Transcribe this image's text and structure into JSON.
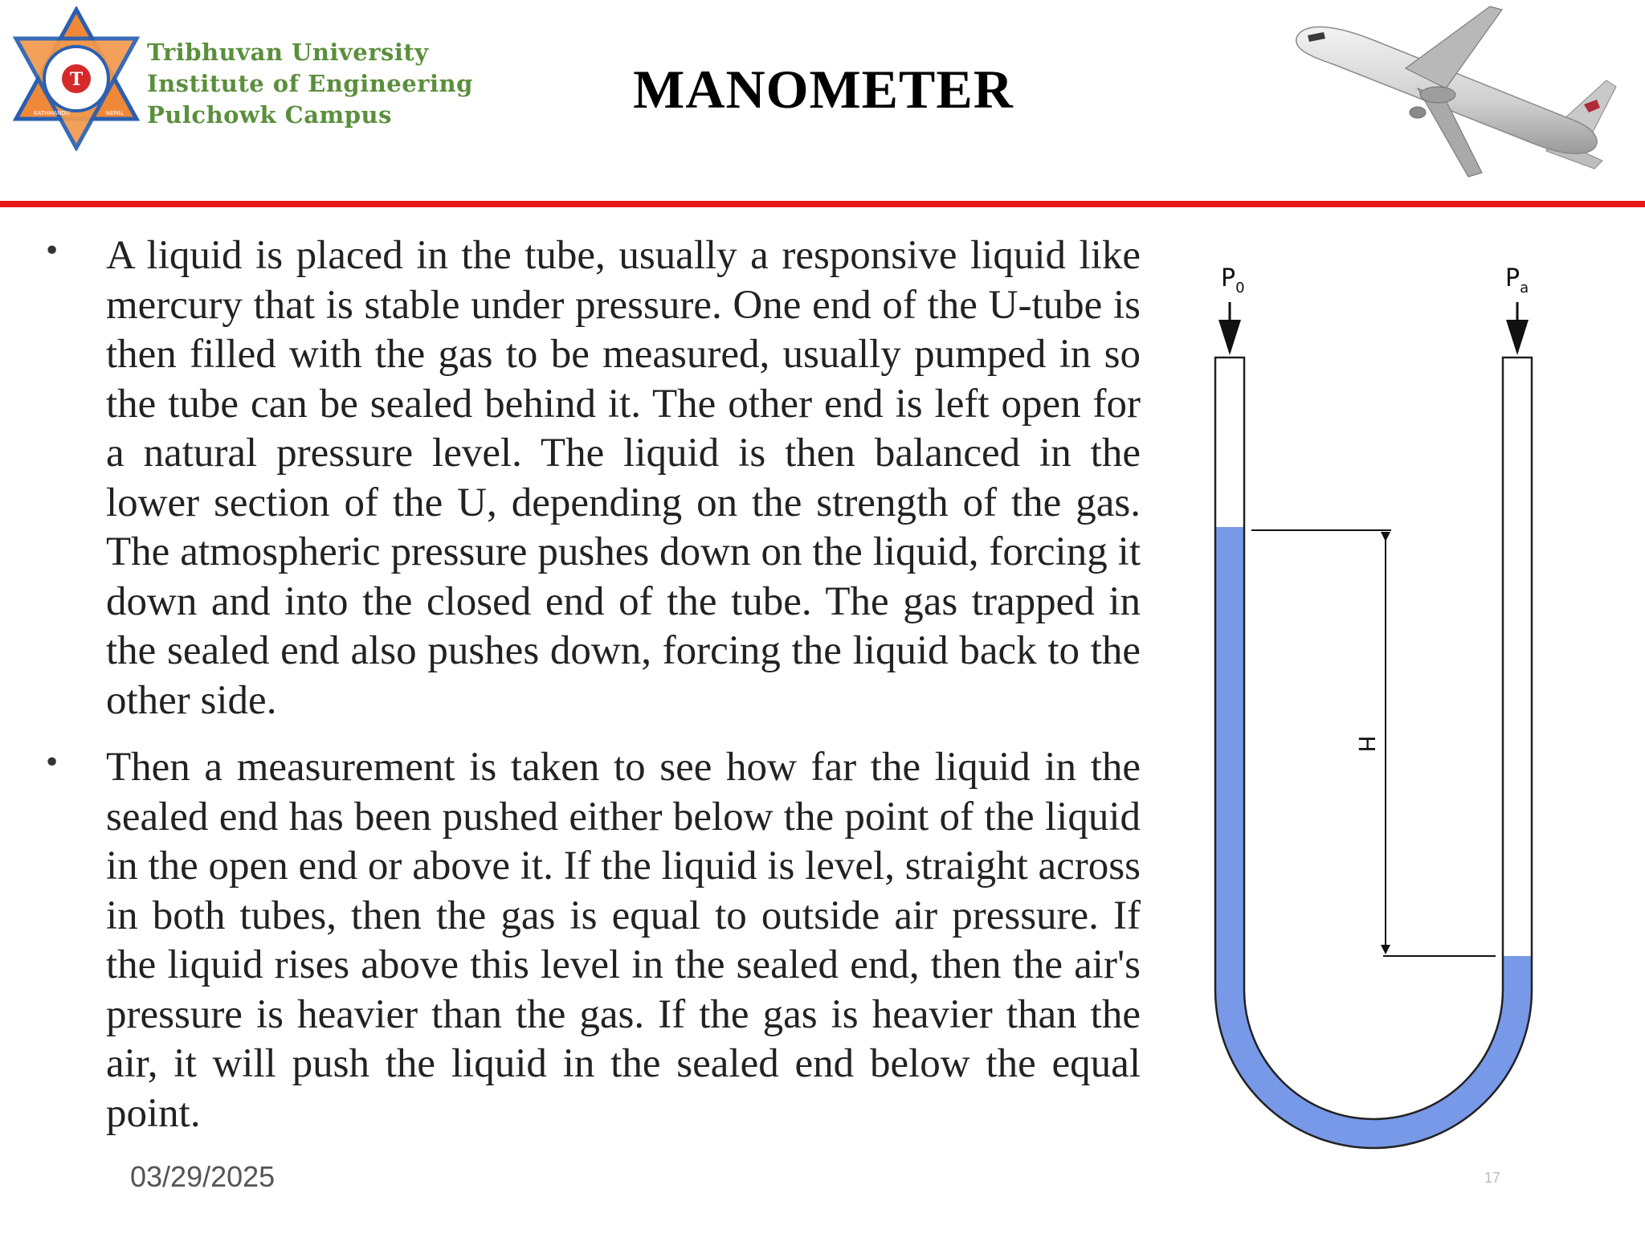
{
  "header": {
    "institution_lines": [
      "Tribhuvan University",
      "Institute of Engineering",
      "Pulchowk Campus"
    ],
    "emblem_lettering": [
      "KATHMANDU",
      "NEPAL"
    ],
    "title": "MANOMETER"
  },
  "body": {
    "bullets": [
      "A liquid is placed in the tube, usually a responsive liquid like mercury that is stable under pressure. One end of the U-tube is then filled with the gas to be measured, usually pumped in so the tube can be sealed behind it. The other end is left open for a natural pressure level. The liquid is then balanced in the lower section of the U, depending on the strength of the gas. The atmospheric pressure pushes down on the liquid, forcing it down and into the closed end of the tube. The gas trapped in the sealed end also pushes down, forcing the liquid back to the other side.",
      "Then a measurement is taken to see how far the liquid in the sealed end has been pushed either below the point of the liquid in the open end or above it. If the liquid is level, straight across in both tubes, then the gas is equal to outside air pressure. If the liquid rises above this level in the sealed end, then the air's pressure is heavier than the gas. If the gas is heavier than the air, it will push the liquid in the sealed end below the equal point."
    ]
  },
  "diagram": {
    "left_label": "P0",
    "right_label": "Pa",
    "height_label": "H",
    "liquid_color": "#7899e8"
  },
  "footer": {
    "date": "03/29/2025",
    "page": "17"
  },
  "colors": {
    "accent_rule": "#e8171b",
    "logo_text": "#5a8f3c"
  }
}
